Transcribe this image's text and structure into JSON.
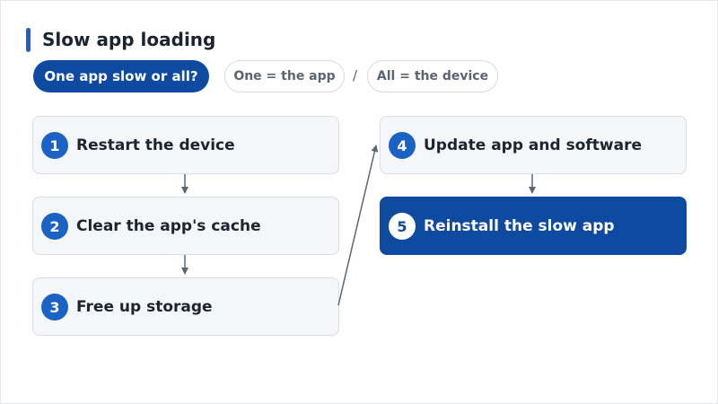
{
  "title": "Slow app loading",
  "question": {
    "label": "One app slow or all?",
    "options": [
      {
        "label": "One = the app"
      },
      {
        "label": "All = the device"
      }
    ],
    "separator": "/"
  },
  "steps": [
    {
      "number": "1",
      "label": "Restart the device"
    },
    {
      "number": "2",
      "label": "Clear the app's cache"
    },
    {
      "number": "3",
      "label": "Free up storage"
    },
    {
      "number": "4",
      "label": "Update app and software"
    },
    {
      "number": "5",
      "label": "Reinstall the slow app"
    }
  ],
  "colors": {
    "accent": "#1a63c4",
    "active_step": "#0e4ba0",
    "step_background": "#f4f6f9",
    "arrow": "#5b6675"
  }
}
